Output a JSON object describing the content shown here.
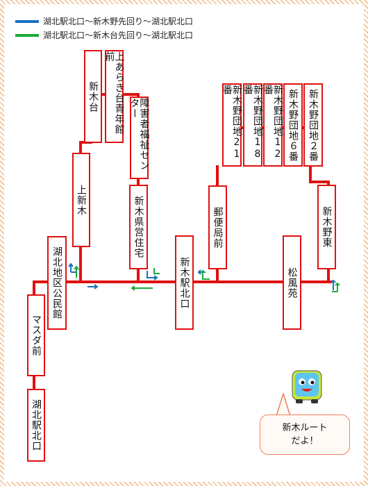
{
  "legend": {
    "blue": {
      "label": "湖北駅北口〜新木野先回り〜湖北駅北口",
      "color": "#1a6fbf"
    },
    "green": {
      "label": "湖北駅北口〜新木台先回り〜湖北駅北口",
      "color": "#1aaa3a"
    }
  },
  "route_color": "#e01010",
  "stops": {
    "kohoku_kitaguchi": "湖北駅北口",
    "mazda_mae": "マスダ前",
    "kohoku_chiku_kouminkan": "湖北地区公民館",
    "kami_araki": "上新木",
    "araki_dai": "新木台",
    "kami_araki_dai_seinenkan": "上あらき台青年館前",
    "shogaisha_fukushi": "障害者福祉センター",
    "araki_kenei_jutaku": "新木県営住宅",
    "araki_eki_kitaguchi": "新木駅北口",
    "yubinkyoku_mae": "郵便局前",
    "danchi_21": "新木野団地21番",
    "danchi_18": "新木野団地18番",
    "danchi_12": "新木野団地12番",
    "danchi_6": "新木野団地６番",
    "danchi_2": "新木野団地２番",
    "shofuen": "松風苑",
    "araki_no_higashi": "新木野東"
  },
  "mascot": {
    "name": "bus-mascot",
    "speech_line1": "新木ルート",
    "speech_line2": "だよ！"
  }
}
